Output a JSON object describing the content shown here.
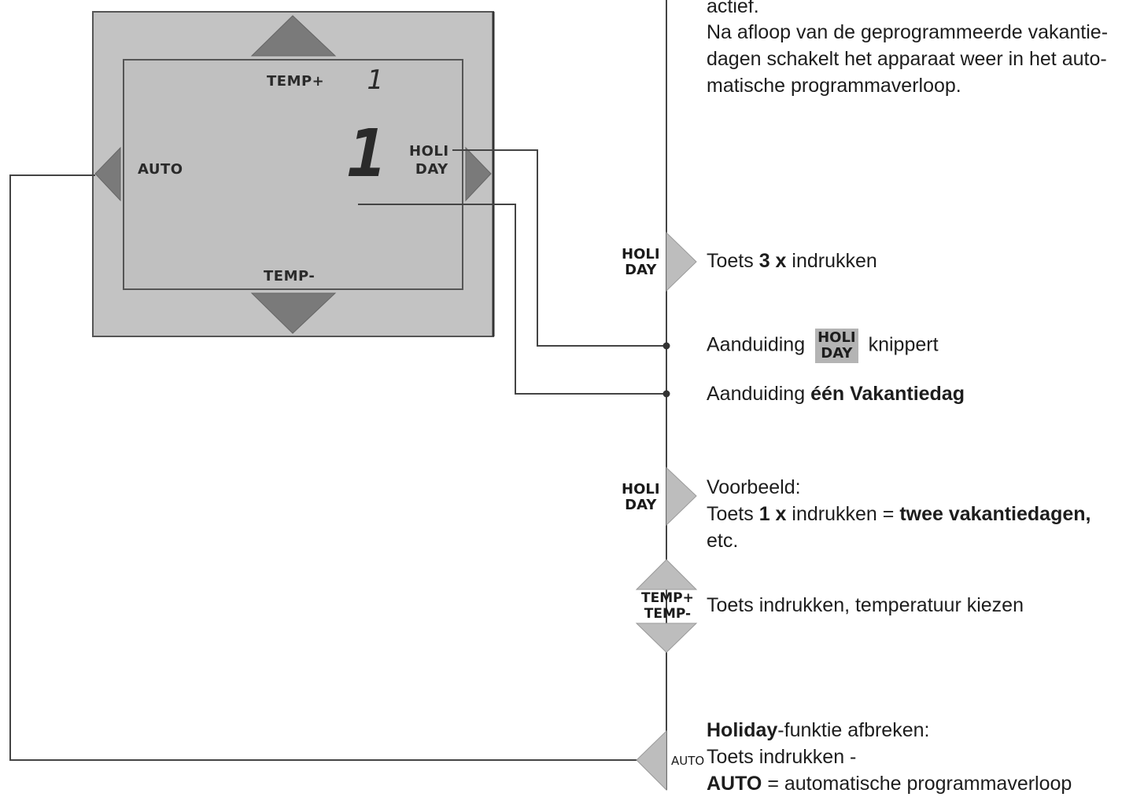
{
  "device": {
    "label_temp_plus": "TEMP+",
    "label_temp_minus": "TEMP-",
    "label_auto": "AUTO",
    "label_holi": "HOLI",
    "label_day": "DAY",
    "digit_small": "1",
    "digit_large": "1"
  },
  "steps": {
    "intro_line1": "actief.",
    "intro_line2": "Na afloop van de geprogrammeerde vakantie-",
    "intro_line3": "dagen schakelt het apparaat weer in het auto-",
    "intro_line4": "matische programmaverloop.",
    "step1": {
      "key_line1": "HOLI",
      "key_line2": "DAY",
      "pre": "Toets ",
      "bold": "3 x",
      "post": " indrukken"
    },
    "step2": {
      "pre": "Aanduiding",
      "badge_line1": "HOLI",
      "badge_line2": "DAY",
      "post": "knippert"
    },
    "step3": {
      "pre": "Aanduiding ",
      "bold": "één Vakantiedag"
    },
    "step4": {
      "key_line1": "HOLI",
      "key_line2": "DAY",
      "line1": "Voorbeeld:",
      "l2_pre": "Toets ",
      "l2_bold1": "1 x",
      "l2_mid": " indrukken = ",
      "l2_bold2": "twee vakantiedagen,",
      "line3": "etc."
    },
    "step5": {
      "key_line1": "TEMP+",
      "key_line2": "TEMP-",
      "text": "Toets indrukken, temperatuur kiezen"
    },
    "step6": {
      "key_label": "AUTO",
      "l1_bold": "Holiday",
      "l1_rest": "-funktie afbreken:",
      "line2": "Toets indrukken -",
      "l3_bold": "AUTO",
      "l3_rest": " = automatische programmaverloop"
    }
  },
  "colors": {
    "panel": "#c3c3c3",
    "lcd": "#c0c0c0",
    "arrow_dark": "#7a7a7a",
    "arrow_light": "#bdbdbd",
    "line": "#444444"
  }
}
